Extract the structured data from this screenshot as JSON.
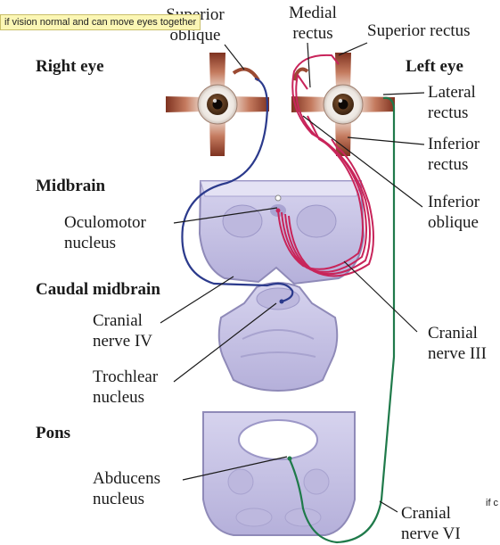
{
  "tooltip": "if vision normal and can move eyes together",
  "edge_text": "if c",
  "sections": {
    "right_eye": "Right eye",
    "left_eye": "Left eye",
    "midbrain": "Midbrain",
    "caudal_midbrain": "Caudal midbrain",
    "pons": "Pons"
  },
  "labels": {
    "superior_oblique": [
      "Superior",
      "oblique"
    ],
    "medial_rectus": [
      "Medial",
      "rectus"
    ],
    "superior_rectus": "Superior rectus",
    "lateral_rectus": [
      "Lateral",
      "rectus"
    ],
    "inferior_rectus": [
      "Inferior",
      "rectus"
    ],
    "inferior_oblique": [
      "Inferior",
      "oblique"
    ],
    "oculomotor_nucleus": [
      "Oculomotor",
      "nucleus"
    ],
    "cranial_nerve_iii": [
      "Cranial",
      "nerve III"
    ],
    "cranial_nerve_iv": [
      "Cranial",
      "nerve IV"
    ],
    "trochlear_nucleus": [
      "Trochlear",
      "nucleus"
    ],
    "abducens_nucleus": [
      "Abducens",
      "nucleus"
    ],
    "cranial_nerve_vi": [
      "Cranial",
      "nerve VI"
    ]
  },
  "colors": {
    "nerve_iii": "#c8245a",
    "nerve_iv": "#2b3a8c",
    "nerve_vi": "#1f7a4a",
    "muscle": "#9b4a32",
    "brain_tissue": "#c9c6e6",
    "brain_outline": "#8f8ab8",
    "tooltip_bg": "#fbf6b4"
  }
}
